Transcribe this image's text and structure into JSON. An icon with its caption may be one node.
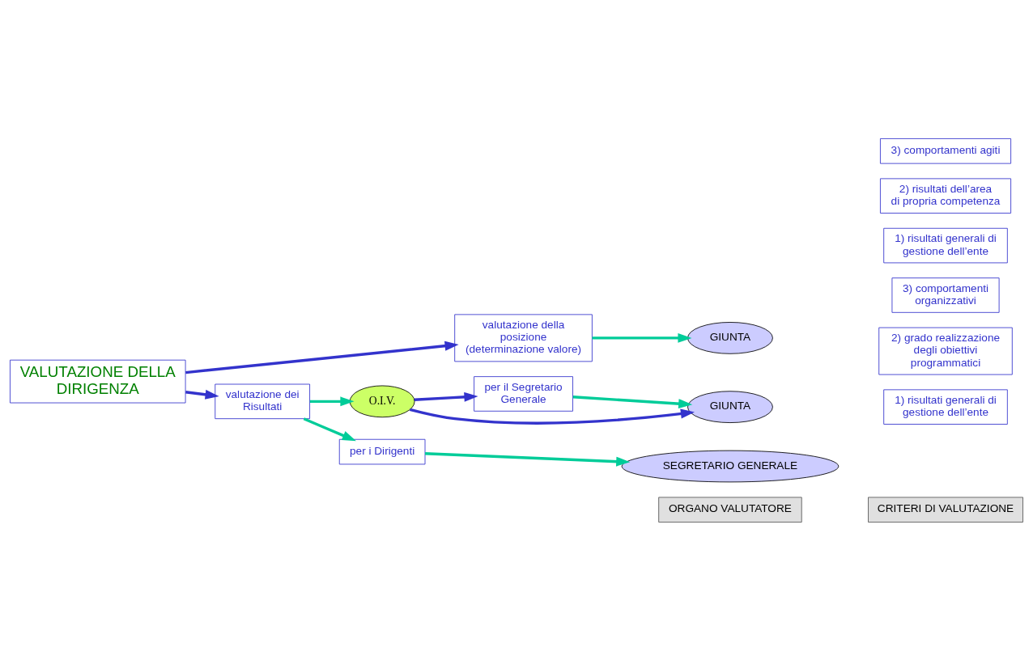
{
  "diagram": {
    "nodes": [
      {
        "text": [
          "ORGANO VALUTATORE"
        ]
      },
      {
        "text": [
          "CRITERI DI VALUTAZIONE"
        ]
      },
      {
        "text": [
          "valutazione della posizione",
          "(determinazione valore)"
        ]
      },
      {
        "text": [
          "GIUNTA"
        ]
      },
      {
        "text": [
          "VALUTAZIONE DELLA DIRIGENZA"
        ]
      },
      {
        "text": [
          "valutazione dei Risultati"
        ]
      },
      {
        "text": [
          "per il Segretario Generale"
        ]
      },
      {
        "text": [
          "GIUNTA"
        ]
      },
      {
        "text": [
          "O.I.V."
        ]
      },
      {
        "text": [
          "per i Dirigenti"
        ]
      },
      {
        "text": [
          "SEGRETARIO GENERALE"
        ]
      },
      {
        "text": [
          "1) risultati generali di gestione dell’ente"
        ]
      },
      {
        "text": [
          "2) grado realizzazione  degli obiettivi programmatici"
        ]
      },
      {
        "text": [
          "3) comportamenti organizzativi"
        ]
      },
      {
        "text": [
          "1) risultati generali di gestione dell’ente"
        ]
      },
      {
        "text": [
          "2) risultati dell’area di propria competenza"
        ]
      },
      {
        "text": [
          "3) comportamenti agiti"
        ]
      }
    ],
    "edges": [
      {
        "from": 2,
        "to": 3,
        "arrow": "to"
      },
      {
        "from": 4,
        "to": 2,
        "arrow": "to",
        "color": "#3333cc"
      },
      {
        "from": 4,
        "to": 5,
        "arrow": "to",
        "color": "#3333cc"
      },
      {
        "from": 5,
        "to": 8,
        "arrow": "to"
      },
      {
        "from": 8,
        "to": 6,
        "arrow": "to",
        "color": "#3333cc"
      },
      {
        "from": 8,
        "to": 7,
        "arrow": "to",
        "color": "#3333cc"
      },
      {
        "from": 6,
        "to": 7,
        "arrow": "to"
      },
      {
        "from": 5,
        "to": 9,
        "arrow": "to"
      },
      {
        "from": 9,
        "to": 10,
        "arrow": "to"
      }
    ]
  }
}
